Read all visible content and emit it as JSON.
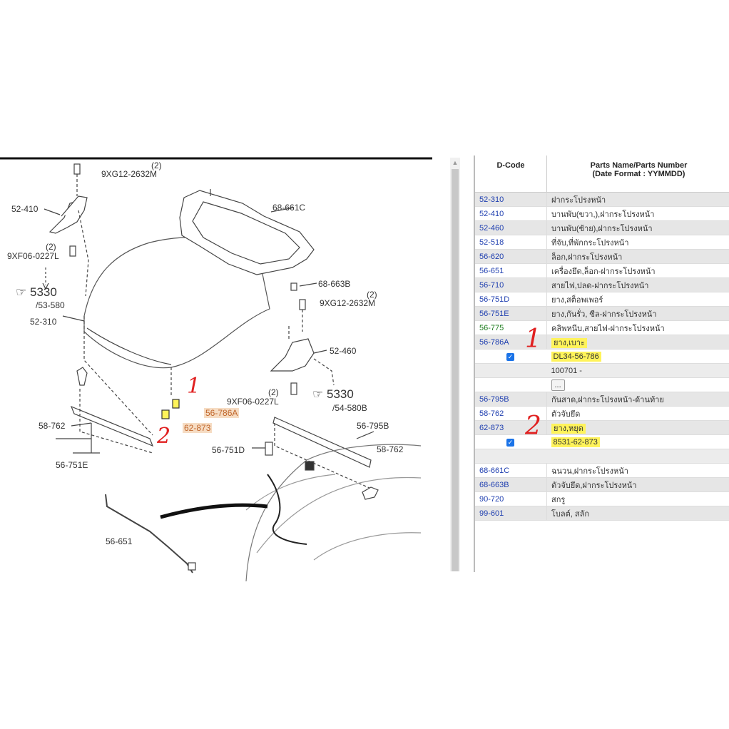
{
  "diagram": {
    "labels": [
      {
        "id": "qty1",
        "text": "(2)"
      },
      {
        "id": "bolt1",
        "text": "9XG12-2632M"
      },
      {
        "id": "p52410",
        "text": "52-410"
      },
      {
        "id": "qty2",
        "text": "(2)"
      },
      {
        "id": "bolt2",
        "text": "9XF06-0227L"
      },
      {
        "id": "ref1",
        "text": "5330"
      },
      {
        "id": "ref1sub",
        "text": "/53-580"
      },
      {
        "id": "p52310",
        "text": "52-310"
      },
      {
        "id": "p68661c",
        "text": "68-661C"
      },
      {
        "id": "p68663b",
        "text": "68-663B"
      },
      {
        "id": "qty3",
        "text": "(2)"
      },
      {
        "id": "bolt3",
        "text": "9XG12-2632M"
      },
      {
        "id": "p52460",
        "text": "52-460"
      },
      {
        "id": "qty4",
        "text": "(2)"
      },
      {
        "id": "bolt4",
        "text": "9XF06-0227L"
      },
      {
        "id": "ref2",
        "text": "5330"
      },
      {
        "id": "ref2sub",
        "text": "/54-580B"
      },
      {
        "id": "p56786a",
        "text": "56-786A"
      },
      {
        "id": "p62873",
        "text": "62-873"
      },
      {
        "id": "p58762a",
        "text": "58-762"
      },
      {
        "id": "p56751e",
        "text": "56-751E"
      },
      {
        "id": "p56795b",
        "text": "56-795B"
      },
      {
        "id": "p58762b",
        "text": "58-762"
      },
      {
        "id": "p56751d",
        "text": "56-751D"
      },
      {
        "id": "p56651",
        "text": "56-651"
      }
    ],
    "annotations": {
      "one": "1",
      "two": "2"
    }
  },
  "table": {
    "header": {
      "code": "D-Code",
      "name": "Parts Name/Parts Number",
      "date": "(Date Format : YYMMDD)"
    },
    "rows": [
      {
        "code": "52-310",
        "name": "ฝากระโปรงหน้า"
      },
      {
        "code": "52-410",
        "name": "บานพับ(ขวา,),ฝากระโปรงหน้า"
      },
      {
        "code": "52-460",
        "name": "บานพับ(ซ้าย),ฝากระโปรงหน้า"
      },
      {
        "code": "52-518",
        "name": "ที่จับ,ที่พักกระโปรงหน้า"
      },
      {
        "code": "56-620",
        "name": "ล็อก,ฝากระโปรงหน้า"
      },
      {
        "code": "56-651",
        "name": "เครื่องยึด,ล็อก-ฝากระโปรงหน้า"
      },
      {
        "code": "56-710",
        "name": "สายไฟ,ปลด-ฝากระโปรงหน้า"
      },
      {
        "code": "56-751D",
        "name": "ยาง,สต็อพเพอร์"
      },
      {
        "code": "56-751E",
        "name": "ยาง,กันรั่ว, ซีล-ฝากระโปรงหน้า"
      },
      {
        "code": "56-775",
        "name": "คลิพหนีบ,สายไฟ-ฝากระโปรงหน้า"
      },
      {
        "code": "56-786A",
        "name": "ยาง,เบาะ",
        "part_number": "DL34-56-786",
        "date": "100701  -",
        "more": "..."
      },
      {
        "code": "56-795B",
        "name": "กันสาด,ฝากระโปรงหน้า-ด้านท้าย"
      },
      {
        "code": "58-762",
        "name": "ตัวจับยึด"
      },
      {
        "code": "62-873",
        "name": "ยาง,หยุด",
        "part_number": "8531-62-873"
      },
      {
        "code": "68-661C",
        "name": "ฉนวน,ฝากระโปรงหน้า"
      },
      {
        "code": "68-663B",
        "name": "ตัวจับยึด,ฝากระโปรงหน้า"
      },
      {
        "code": "90-720",
        "name": "สกรู"
      },
      {
        "code": "99-601",
        "name": "โบลต์, สลัก"
      }
    ],
    "annotations": {
      "one": "1",
      "two": "2"
    }
  },
  "colors": {
    "code_blue": "#1f3fb0",
    "highlight_yellow": "#fff35a",
    "annotation_red": "#e02020",
    "selected_grey": "#e6e6e6"
  }
}
